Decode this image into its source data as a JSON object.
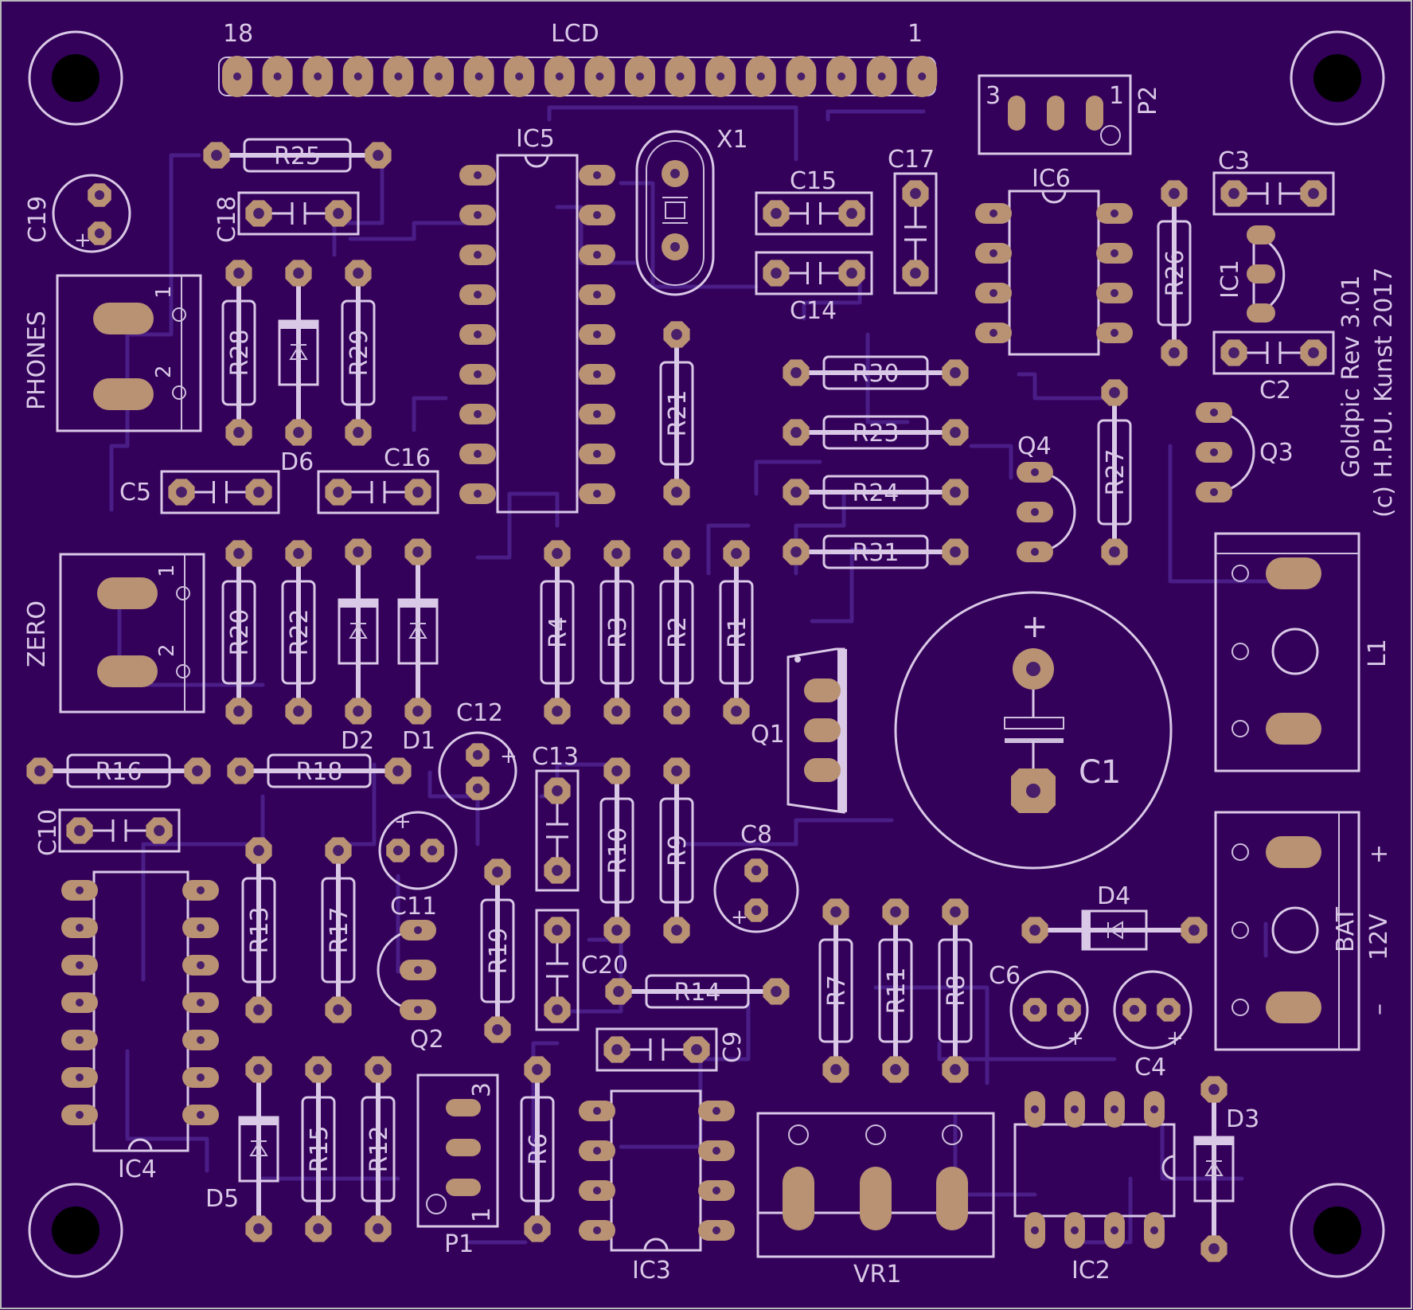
{
  "board": {
    "background": "#33005a",
    "silkscreen_color": "#d9c9e6",
    "pad_color": "#b99274",
    "trace_color": "#4a1e86",
    "title_line1": "Goldpic Rev 3.01",
    "title_line2": "(c) H.P.U. Kunst 2017"
  },
  "headers": {
    "lcd_label": "LCD",
    "lcd_pin_first": "18",
    "lcd_pin_last": "1",
    "lcd_pin_count": 18
  },
  "connectors": {
    "phones": "PHONES",
    "zero": "ZERO",
    "l1": "L1",
    "bat": "BAT",
    "bat_voltage": "12V",
    "bat_plus": "+",
    "bat_minus": "–",
    "pin1": "1",
    "pin2": "2",
    "pin3": "3",
    "p1": "P1",
    "p2": "P2",
    "vr1": "VR1"
  },
  "ics": {
    "ic1": "IC1",
    "ic2": "IC2",
    "ic3": "IC3",
    "ic4": "IC4",
    "ic5": "IC5",
    "ic6": "IC6",
    "x1": "X1"
  },
  "resistors": {
    "r1": "R1",
    "r2": "R2",
    "r3": "R3",
    "r4": "R4",
    "r6": "R6",
    "r7": "R7",
    "r8": "R8",
    "r9": "R9",
    "r10": "R10",
    "r11": "R11",
    "r12": "R12",
    "r13": "R13",
    "r14": "R14",
    "r15": "R15",
    "r16": "R16",
    "r17": "R17",
    "r18": "R18",
    "r19": "R19",
    "r20": "R20",
    "r21": "R21",
    "r22": "R22",
    "r23": "R23",
    "r24": "R24",
    "r25": "R25",
    "r26": "R26",
    "r27": "R27",
    "r28": "R28",
    "r29": "R29",
    "r30": "R30",
    "r31": "R31"
  },
  "capacitors": {
    "c1": "C1",
    "c2": "C2",
    "c3": "C3",
    "c4": "C4",
    "c5": "C5",
    "c6": "C6",
    "c8": "C8",
    "c9": "C9",
    "c10": "C10",
    "c11": "C11",
    "c12": "C12",
    "c13": "C13",
    "c14": "C14",
    "c15": "C15",
    "c16": "C16",
    "c17": "C17",
    "c18": "C18",
    "c19": "C19",
    "c20": "C20",
    "plus": "+"
  },
  "diodes": {
    "d1": "D1",
    "d2": "D2",
    "d3": "D3",
    "d4": "D4",
    "d5": "D5",
    "d6": "D6"
  },
  "transistors": {
    "q1": "Q1",
    "q2": "Q2",
    "q3": "Q3",
    "q4": "Q4"
  }
}
